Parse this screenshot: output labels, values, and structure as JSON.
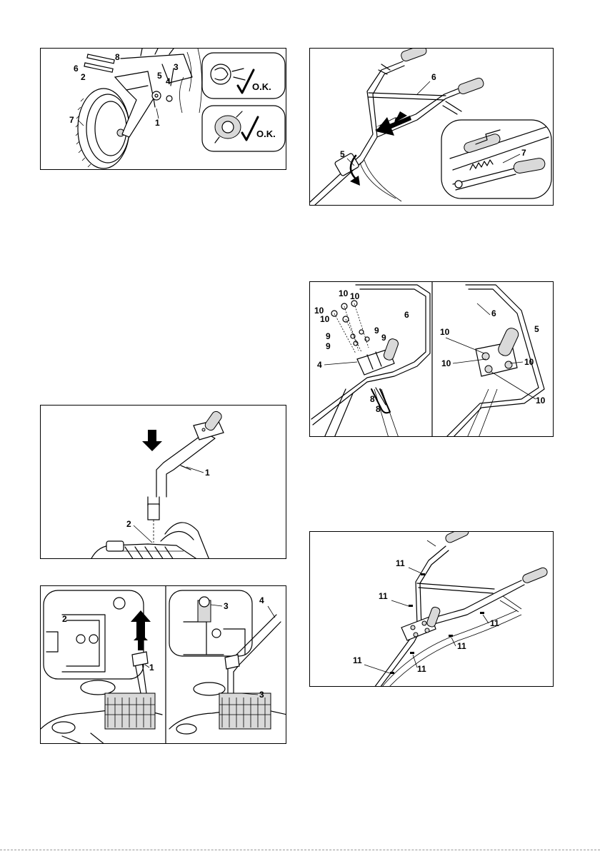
{
  "figures": [
    {
      "id": "fig1",
      "callouts": [
        "8",
        "6",
        "2",
        "5",
        "3",
        "4",
        "1",
        "7"
      ],
      "ok": [
        "O.K.",
        "O.K."
      ]
    },
    {
      "id": "fig2",
      "callouts": [
        "6",
        "5",
        "7"
      ]
    },
    {
      "id": "fig3",
      "callouts": [
        "10",
        "10",
        "10",
        "10",
        "6",
        "9",
        "9",
        "9",
        "9",
        "4",
        "8",
        "8",
        "6",
        "5",
        "10",
        "10",
        "10",
        "10"
      ]
    },
    {
      "id": "fig4",
      "callouts": [
        "1",
        "2"
      ]
    },
    {
      "id": "fig5",
      "callouts": [
        "11",
        "11",
        "11",
        "11",
        "11",
        "11"
      ]
    },
    {
      "id": "fig6",
      "callouts": [
        "2",
        "1",
        "3",
        "4",
        "3"
      ]
    }
  ]
}
